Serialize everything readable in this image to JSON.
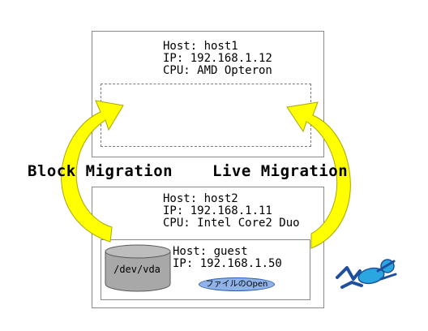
{
  "hosts": {
    "host1": {
      "host_line": "Host: host1",
      "ip_line": "IP: 192.168.1.12",
      "cpu_line": "CPU: AMD Opteron"
    },
    "host2": {
      "host_line": "Host: host2",
      "ip_line": "IP: 192.168.1.11",
      "cpu_line": "CPU: Intel Core2 Duo"
    },
    "guest": {
      "host_line": "Host: guest",
      "ip_line": "IP: 192.168.1.50"
    }
  },
  "migrations": {
    "block": "Block Migration",
    "live": "Live Migration"
  },
  "disk": {
    "label": "/dev/vda"
  },
  "file_badge": "ファイルのOpen",
  "colors": {
    "arrow_fill": "#ffff00",
    "arrow_stroke": "#a8a800",
    "disk_fill": "#a8a8a8",
    "badge_fill": "#8fb2e8",
    "mascot_fill": "#2aa7e0"
  }
}
